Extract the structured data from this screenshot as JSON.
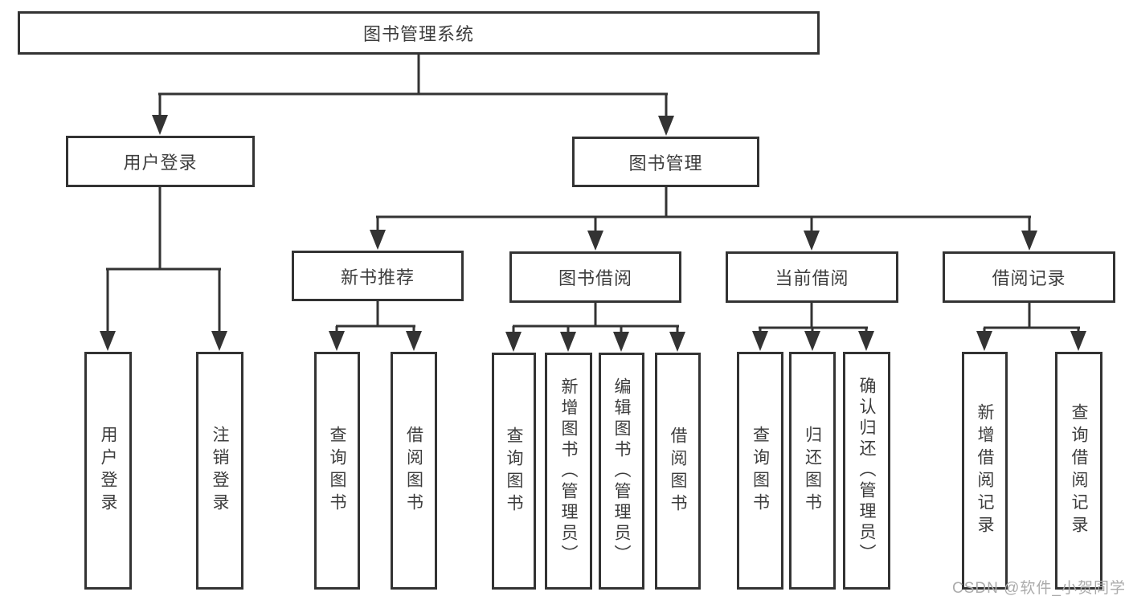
{
  "diagram": {
    "root_label": "图书管理系统",
    "branches": [
      {
        "label": "用户登录",
        "leaves": [
          "用户登录",
          "注销登录"
        ]
      },
      {
        "label": "图书管理",
        "sections": [
          {
            "label": "新书推荐",
            "leaves": [
              "查询图书",
              "借阅图书"
            ]
          },
          {
            "label": "图书借阅",
            "leaves": [
              "查询图书",
              "新增图书（管理员）",
              "编辑图书（管理员）",
              "借阅图书"
            ]
          },
          {
            "label": "当前借阅",
            "leaves": [
              "查询图书",
              "归还图书",
              "确认归还（管理员）"
            ]
          },
          {
            "label": "借阅记录",
            "leaves": [
              "新增借阅记录",
              "查询借阅记录"
            ]
          }
        ]
      }
    ]
  },
  "watermark": "CSDN @软件_小贺同学",
  "colors": {
    "line": "#333333",
    "box_border": "#333333",
    "box_fill": "#ffffff",
    "text": "#3d3d3d",
    "watermark": "#ababab",
    "background": "#ffffff"
  }
}
